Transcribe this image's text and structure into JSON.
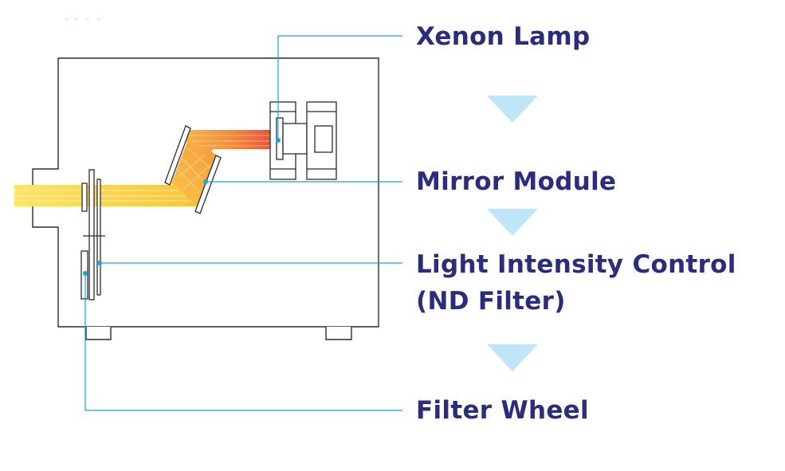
{
  "colors": {
    "label_text": "#2a2c7c",
    "leader_line": "#1aa3dc",
    "arrow": "#bfe6f7",
    "outline": "#2b2b2b",
    "beam_yellow": "#f9d649",
    "beam_orange": "#f7a03a",
    "beam_red": "#ea5a3f"
  },
  "components": [
    {
      "id": "xenon-lamp",
      "label": "Xenon Lamp"
    },
    {
      "id": "mirror-module",
      "label": "Mirror Module"
    },
    {
      "id": "nd-filter",
      "label": "Light Intensity Control",
      "label_line2": "(ND Filter)"
    },
    {
      "id": "filter-wheel",
      "label": "Filter Wheel"
    }
  ],
  "flow_arrows": [
    "down-arrow-icon",
    "down-arrow-icon",
    "down-arrow-icon"
  ]
}
